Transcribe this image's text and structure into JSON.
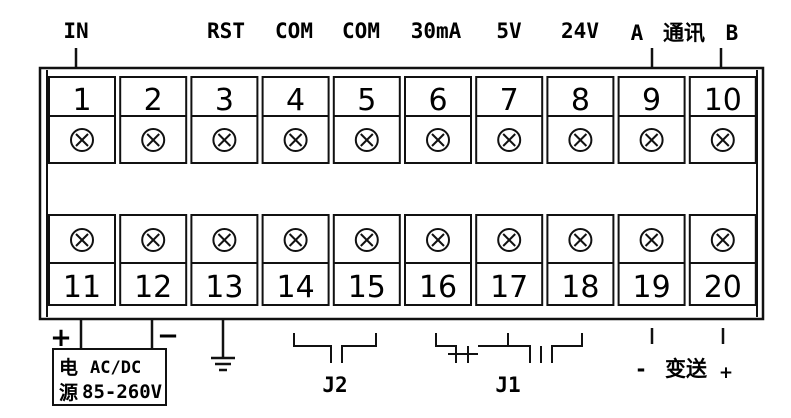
{
  "top_labels": {
    "t1": "IN",
    "t3": "RST",
    "t4": "COM",
    "t5": "COM",
    "t6": "30mA",
    "t7": "5V",
    "t8": "24V",
    "comm_a": "A",
    "comm_text": "通讯",
    "comm_b": "B"
  },
  "top_terminals": [
    "1",
    "2",
    "3",
    "4",
    "5",
    "6",
    "7",
    "8",
    "9",
    "10"
  ],
  "bottom_terminals": [
    "11",
    "12",
    "13",
    "14",
    "15",
    "16",
    "17",
    "18",
    "19",
    "20"
  ],
  "bottom_labels": {
    "plus": "+",
    "minus": "−",
    "power_char1": "电",
    "power_char2": "源",
    "power_type": "AC/DC",
    "power_range": "85-260V",
    "j2": "J2",
    "j1": "J1",
    "tx_minus": "-",
    "tx_text": "变送",
    "tx_plus": "+"
  }
}
